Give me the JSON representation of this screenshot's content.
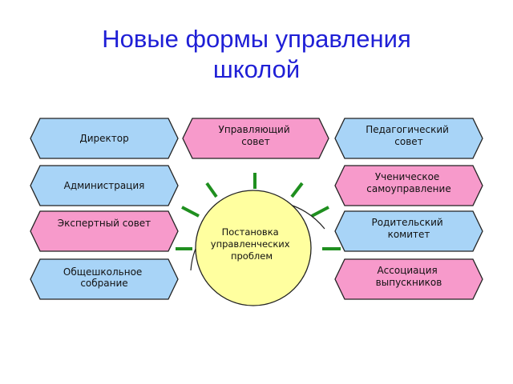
{
  "title": {
    "line1": "Новые формы управления",
    "line2": "школой"
  },
  "colors": {
    "title": "#1f1fd6",
    "blue_box": "#a8d4f7",
    "pink_box": "#f79acb",
    "center_circle": "#ffff9f",
    "spokes": "#1f8f1f",
    "outline": "#222222"
  },
  "center": {
    "lines": [
      "Постановка",
      "управленческих",
      "проблем"
    ]
  },
  "boxes": {
    "director": {
      "lines": [
        "Директор"
      ]
    },
    "administration": {
      "lines": [
        "Администрация"
      ]
    },
    "expert_council": {
      "lines": [
        "Экспертный совет"
      ]
    },
    "school_assembly": {
      "lines": [
        "Общешкольное",
        "собрание"
      ]
    },
    "governing_council": {
      "lines": [
        "Управляющий",
        "совет"
      ]
    },
    "pedagogical_council": {
      "lines": [
        "Педагогический",
        "совет"
      ]
    },
    "student_government": {
      "lines": [
        "Ученическое",
        "самоуправление"
      ]
    },
    "parent_committee": {
      "lines": [
        "Родительский",
        "комитет"
      ]
    },
    "alumni_association": {
      "lines": [
        "Ассоциация",
        "выпускников"
      ]
    }
  }
}
